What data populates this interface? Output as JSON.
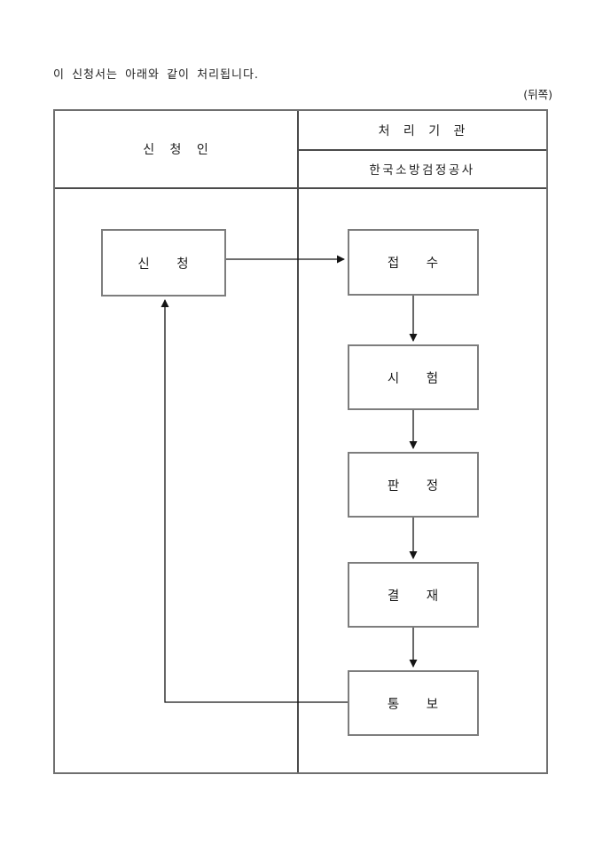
{
  "page": {
    "intro_text": "이 신청서는 아래와 같이 처리됩니다.",
    "back_side_label": "(뒤쪽)"
  },
  "table": {
    "applicant_column_header": "신 청 인",
    "agency_column_header": "처 리 기 관",
    "agency_name": "한국소방검정공사"
  },
  "flowchart": {
    "applicant_step_label": "신 청",
    "agency_steps": [
      "접 수",
      "시 험",
      "판 정",
      "결 재",
      "통 보"
    ]
  },
  "colors": {
    "background": "#ffffff",
    "text": "#1c1c1c",
    "table_border": "#6f6f6f",
    "inner_line": "#4a4a4a",
    "box_border": "#7d7d7d",
    "arrow": "#151515"
  }
}
